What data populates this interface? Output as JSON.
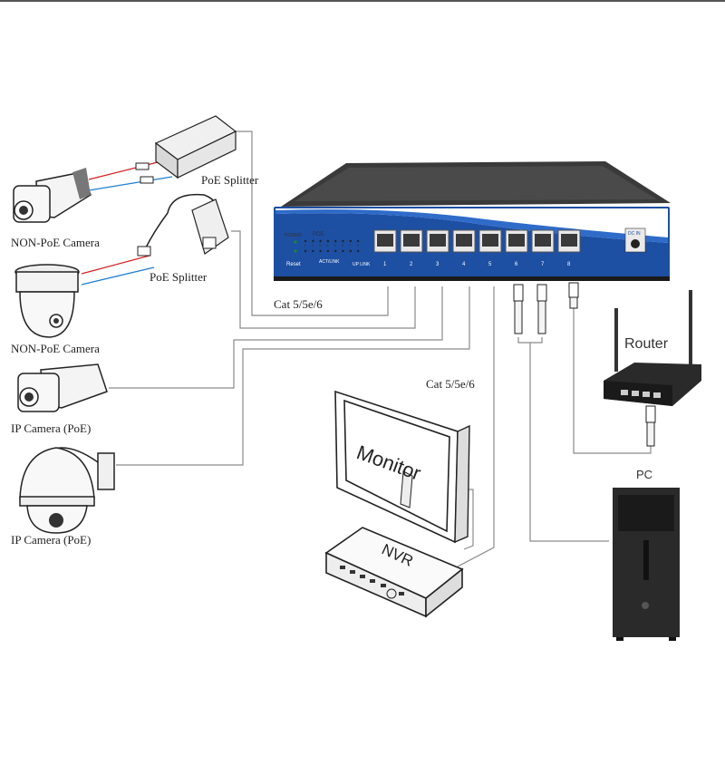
{
  "labels": {
    "poe_splitter_top": "PoE Splitter",
    "poe_splitter_mid": "PoE Splitter",
    "nonpoe_camera_1": "NON-PoE Camera",
    "nonpoe_camera_2": "NON-PoE Camera",
    "ip_camera_1": "IP Camera (PoE)",
    "ip_camera_2": "IP Camera (PoE)",
    "cable_1": "Cat 5/5e/6",
    "cable_2": "Cat 5/5e/6",
    "router": "Router",
    "pc": "PC",
    "monitor": "Monitor",
    "nvr": "NVR"
  },
  "switch": {
    "title": "POE Switch",
    "power": "POWER",
    "poe": "POE",
    "reset": "Reset",
    "act_link": "ACT/LINK",
    "uplink": "UP LINK",
    "dc_in": "DC IN",
    "led_numbers": [
      "1",
      "2",
      "3",
      "4",
      "5",
      "6",
      "7",
      "8"
    ],
    "ports": [
      "1",
      "2",
      "3",
      "4",
      "5",
      "6",
      "7",
      "8"
    ]
  },
  "colors": {
    "switch_blue": "#1d4fa3",
    "switch_body": "#2b2b2b",
    "wire": "#8a8a8a",
    "red_wire": "#d42020",
    "blue_wire": "#1e7fd0"
  }
}
